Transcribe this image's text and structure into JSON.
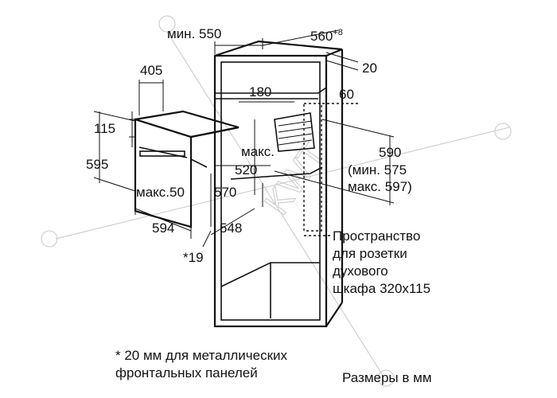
{
  "dimensions": {
    "min_550": "мин. 550",
    "d560": "560",
    "d560_sup": "+8",
    "d20": "20",
    "d405": "405",
    "d180": "180",
    "d60": "60",
    "d115": "115",
    "d595": "595",
    "maks": "макс.",
    "d520": "520",
    "d590": "590",
    "min_575": "(мин. 575",
    "max_597": "макс. 597)",
    "max_50": "макс.50",
    "d570": "570",
    "d594": "594",
    "d548": "548",
    "d19": "*19"
  },
  "notes": {
    "socket_line1": "Пространство",
    "socket_line2": "для розетки",
    "socket_line3": "духового",
    "socket_line4": "шкафа 320x115",
    "footnote_line1": "* 20 мм для металлических",
    "footnote_line2": "фронтальных панелей",
    "units": "Размеры в мм"
  },
  "watermark": "KWT"
}
